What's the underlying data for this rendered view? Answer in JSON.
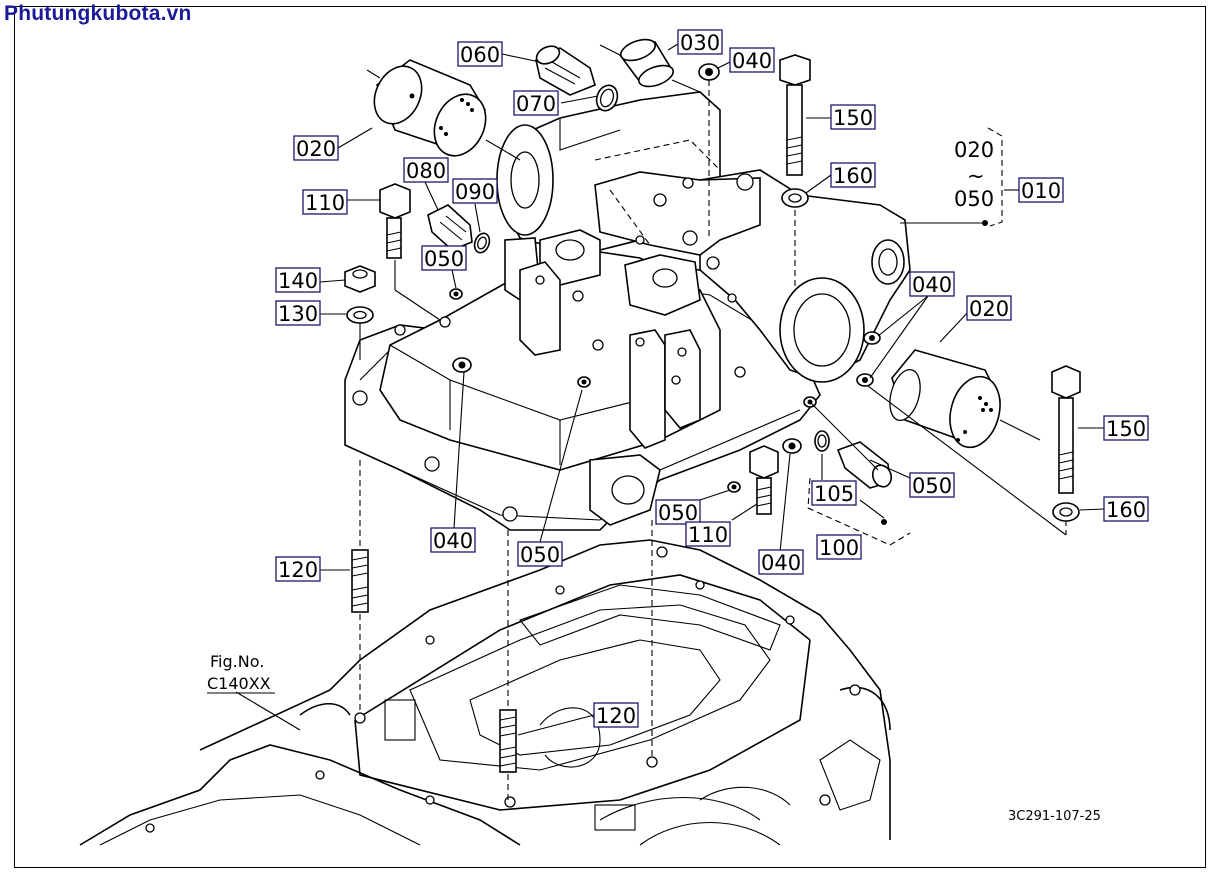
{
  "watermark": "Phutungkubota.vn",
  "figure_ref": {
    "line1": "Fig.No.",
    "line2": "C140XX"
  },
  "drawing_code": "3C291-107-25",
  "range_label": {
    "from": "020",
    "tilde": "~",
    "to": "050"
  },
  "labels": {
    "p010": "010",
    "p020a": "020",
    "p020b": "020",
    "p030": "030",
    "p040a": "040",
    "p040b": "040",
    "p040c": "040",
    "p040d": "040",
    "p050a": "050",
    "p050b": "050",
    "p050c": "050",
    "p050d": "050",
    "p060": "060",
    "p070": "070",
    "p080": "080",
    "p090": "090",
    "p100": "100",
    "p105": "105",
    "p110a": "110",
    "p110b": "110",
    "p120a": "120",
    "p120b": "120",
    "p130": "130",
    "p140": "140",
    "p150a": "150",
    "p150b": "150",
    "p160a": "160",
    "p160b": "160"
  }
}
